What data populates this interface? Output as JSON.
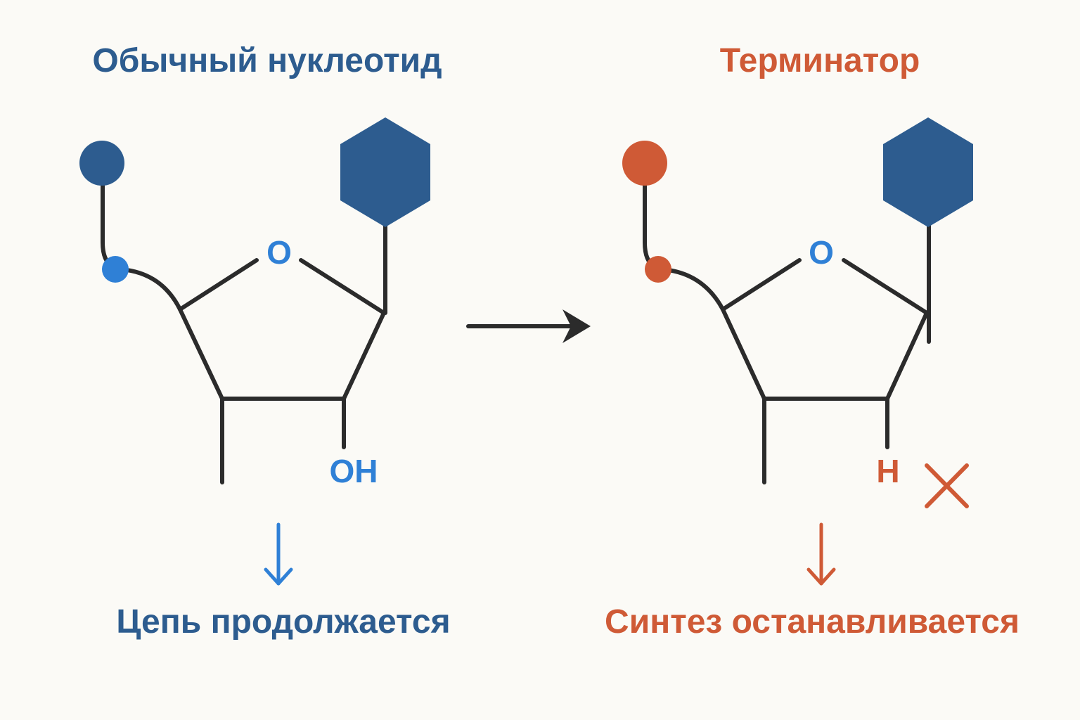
{
  "colors": {
    "background": "#fbfaf6",
    "normal_primary": "#2d5c8f",
    "normal_accent": "#2f80d6",
    "terminator_primary": "#cf5a36",
    "base_hexagon": "#2d5c8f",
    "bond_line": "#2b2b2b"
  },
  "normal": {
    "title": "Обычный нуклеотид",
    "ring_oxygen": "O",
    "hydroxyl_group": "OH",
    "outcome": "Цепь продолжается"
  },
  "terminator": {
    "title": "Терминатор",
    "ring_oxygen": "O",
    "hydrogen_atom": "H",
    "outcome": "Синтез останавливается"
  },
  "icons": {
    "transition": "right-arrow-icon",
    "continue": "down-arrow-icon",
    "stop": "down-arrow-icon",
    "blocked": "cross-icon"
  }
}
